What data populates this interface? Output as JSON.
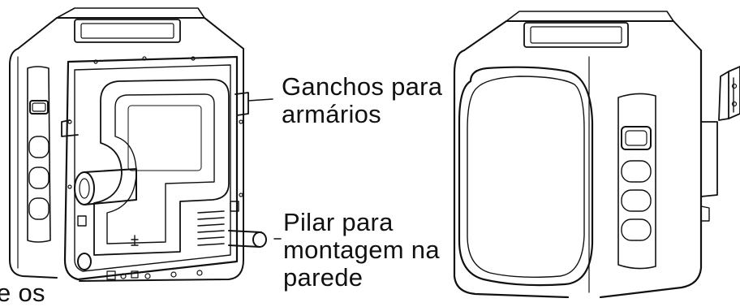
{
  "labels": {
    "hooks": [
      "Ganchos para",
      "armários"
    ],
    "pillar": [
      "Pilar para",
      "montagem na",
      "parede"
    ],
    "partial": "e os"
  },
  "colors": {
    "line": "#111111",
    "background": "#ffffff"
  },
  "figures": [
    "unit-rear-view",
    "unit-front-view",
    "wall-bracket"
  ]
}
